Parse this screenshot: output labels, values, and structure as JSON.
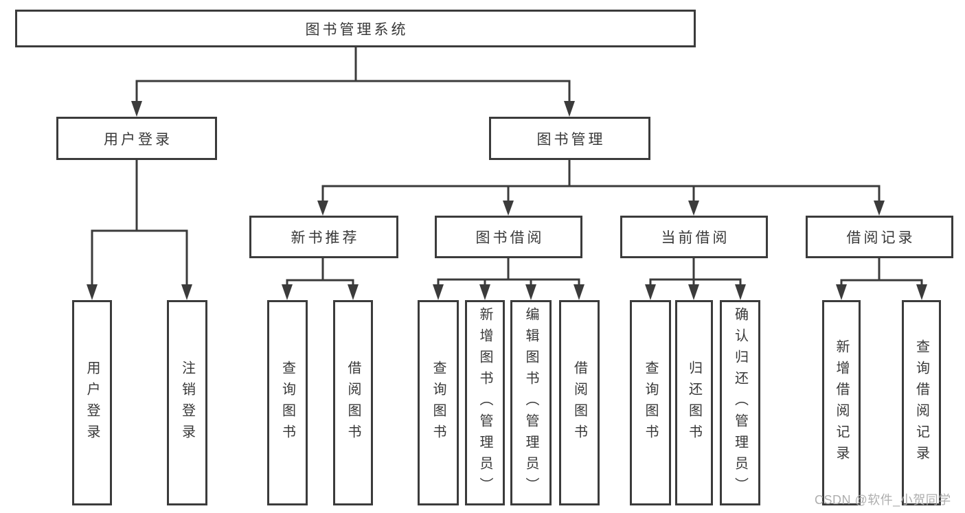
{
  "nodes": {
    "root": {
      "label": "图书管理系统"
    },
    "l2": [
      {
        "label": "用户登录"
      },
      {
        "label": "图书管理"
      }
    ],
    "l3": [
      {
        "label": "新书推荐"
      },
      {
        "label": "图书借阅"
      },
      {
        "label": "当前借阅"
      },
      {
        "label": "借阅记录"
      }
    ],
    "leaves": [
      {
        "label": "用户登录"
      },
      {
        "label": "注销登录"
      },
      {
        "label": "查询图书"
      },
      {
        "label": "借阅图书"
      },
      {
        "label": "查询图书"
      },
      {
        "label": "新增图书（管理员）"
      },
      {
        "label": "编辑图书（管理员）"
      },
      {
        "label": "借阅图书"
      },
      {
        "label": "查询图书"
      },
      {
        "label": "归还图书"
      },
      {
        "label": "确认归还（管理员）"
      },
      {
        "label": "新增借阅记录"
      },
      {
        "label": "查询借阅记录"
      }
    ]
  },
  "hierarchy": [
    {
      "parent": "图书管理系统",
      "children": [
        "用户登录",
        "图书管理"
      ]
    },
    {
      "parent": "用户登录",
      "children": [
        "用户登录",
        "注销登录"
      ]
    },
    {
      "parent": "图书管理",
      "children": [
        "新书推荐",
        "图书借阅",
        "当前借阅",
        "借阅记录"
      ]
    },
    {
      "parent": "新书推荐",
      "children": [
        "查询图书",
        "借阅图书"
      ]
    },
    {
      "parent": "图书借阅",
      "children": [
        "查询图书",
        "新增图书（管理员）",
        "编辑图书（管理员）",
        "借阅图书"
      ]
    },
    {
      "parent": "当前借阅",
      "children": [
        "查询图书",
        "归还图书",
        "确认归还（管理员）"
      ]
    },
    {
      "parent": "借阅记录",
      "children": [
        "新增借阅记录",
        "查询借阅记录"
      ]
    }
  ],
  "watermark": {
    "text": "CSDN @软件_小贺同学"
  },
  "colors": {
    "line": "#3b3b3b",
    "text": "#383838",
    "watermark": "#aeaeae",
    "background": "#ffffff"
  }
}
